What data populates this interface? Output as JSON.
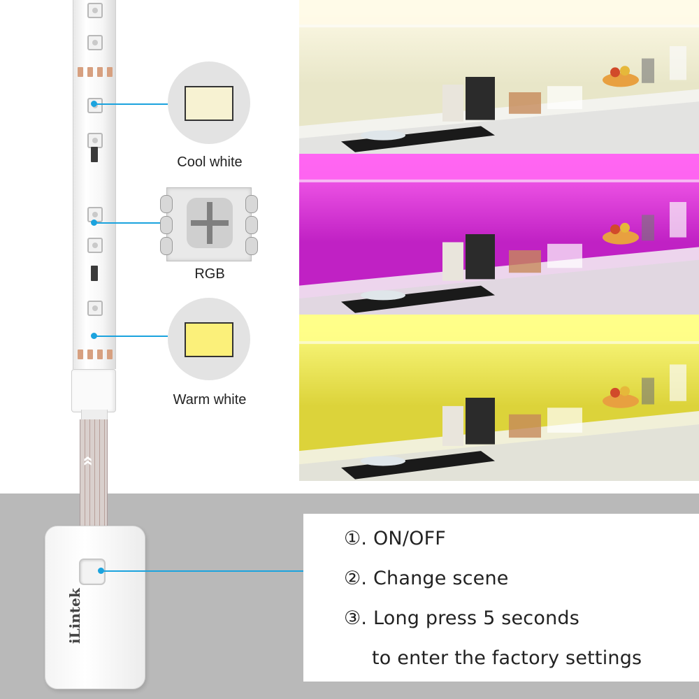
{
  "swatches": {
    "cool_white": {
      "label": "Cool white",
      "color": "#f7f2d2"
    },
    "rgb": {
      "label": "RGB"
    },
    "warm_white": {
      "label": "Warm white",
      "color": "#fbf07a"
    }
  },
  "photos": [
    {
      "mode": "cool-white",
      "wall_color": "#e8e6c8",
      "glow_color": "#fffbe8"
    },
    {
      "mode": "rgb-magenta",
      "wall_color": "#c021c4",
      "glow_color": "#ff66f2"
    },
    {
      "mode": "warm-white",
      "wall_color": "#dcd33a",
      "glow_color": "#ffff8a"
    }
  ],
  "controller": {
    "brand": "iLintek"
  },
  "instructions": {
    "item1": "①. ON/OFF",
    "item2": "②. Change scene",
    "item3": "③. Long press 5 seconds",
    "item3_cont": "to enter the factory settings"
  },
  "colors": {
    "accent_line": "#1ba3de",
    "panel_grey": "#b9b9b9"
  }
}
